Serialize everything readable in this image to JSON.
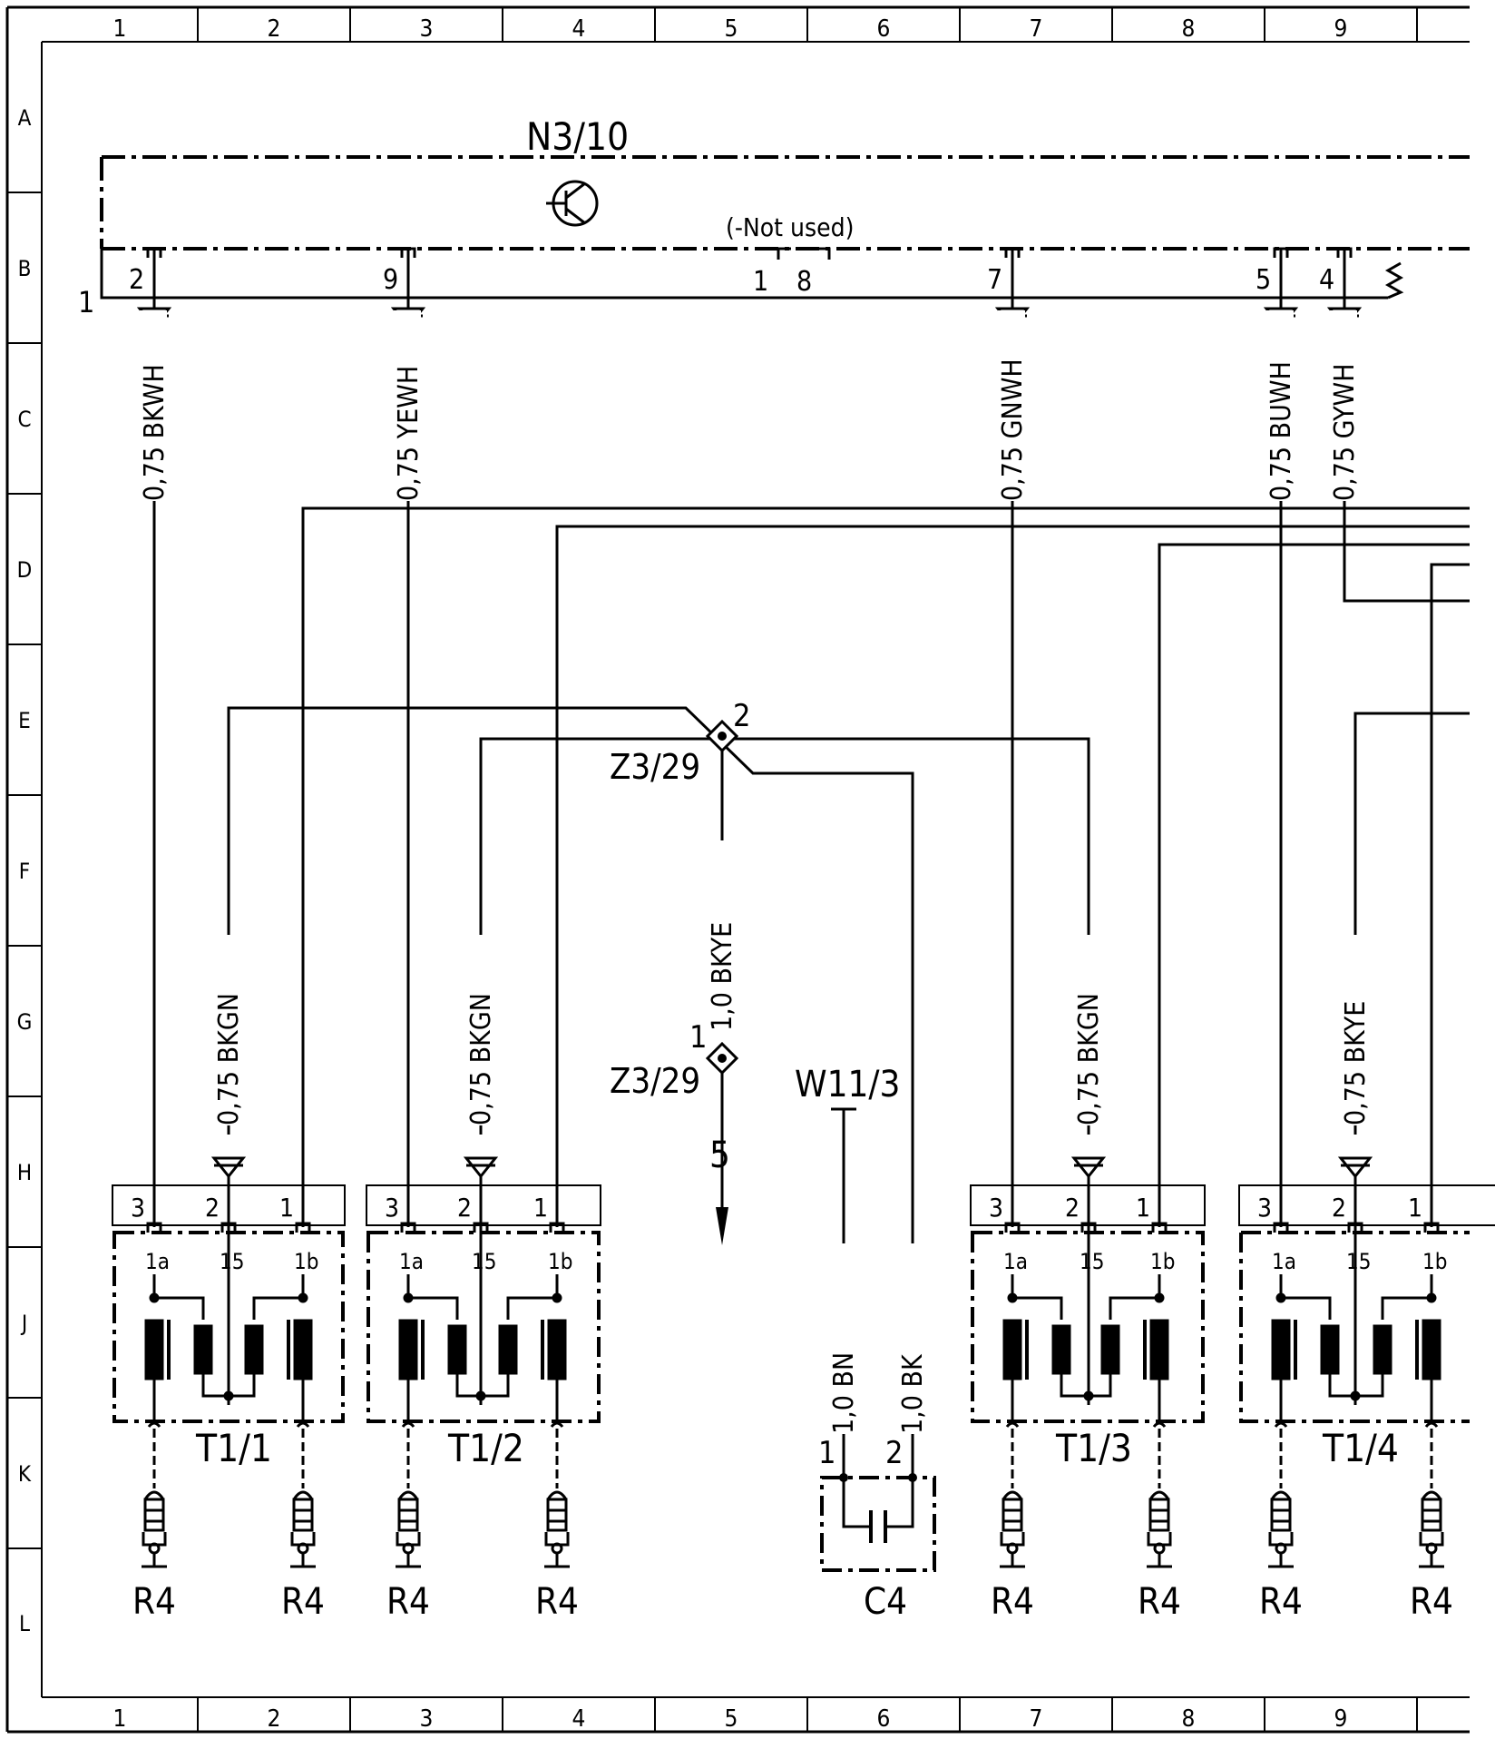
{
  "grid": {
    "columns": [
      "1",
      "2",
      "3",
      "4",
      "5",
      "6",
      "7",
      "8",
      "9"
    ],
    "rows": [
      "A",
      "B",
      "C",
      "D",
      "E",
      "F",
      "G",
      "H",
      "J",
      "K",
      "L"
    ]
  },
  "control_unit": {
    "name": "N3/10",
    "note": "(-Not used)",
    "ground_label": "1",
    "pins": [
      "2",
      "9",
      "1",
      "8",
      "7",
      "5",
      "4"
    ]
  },
  "wires": {
    "w_bkwh": "0,75 BKWH",
    "w_yewh": "0,75 YEWH",
    "w_gnwh": "0,75 GNWH",
    "w_buwh": "0,75 BUWH",
    "w_gywh": "0,75 GYWH",
    "w_bkgn": "0,75 BKGN",
    "w_bkye": "0,75 BKYE",
    "w_bkye_main": "1,0 BKYE",
    "w_bn": "1,0 BN",
    "w_bk": "1,0 BK"
  },
  "connector": {
    "name": "Z3/29",
    "pin_top": "2",
    "pin_bottom": "1",
    "continuation": "5"
  },
  "coils": {
    "names": [
      "T1/1",
      "T1/2",
      "T1/3",
      "T1/4"
    ],
    "pin_numbers": [
      "3",
      "2",
      "1"
    ],
    "terminal_labels": [
      "1a",
      "15",
      "1b"
    ]
  },
  "spark_plug": "R4",
  "shield": "W11/3",
  "capacitor": {
    "name": "C4",
    "pin1": "1",
    "pin2": "2"
  }
}
